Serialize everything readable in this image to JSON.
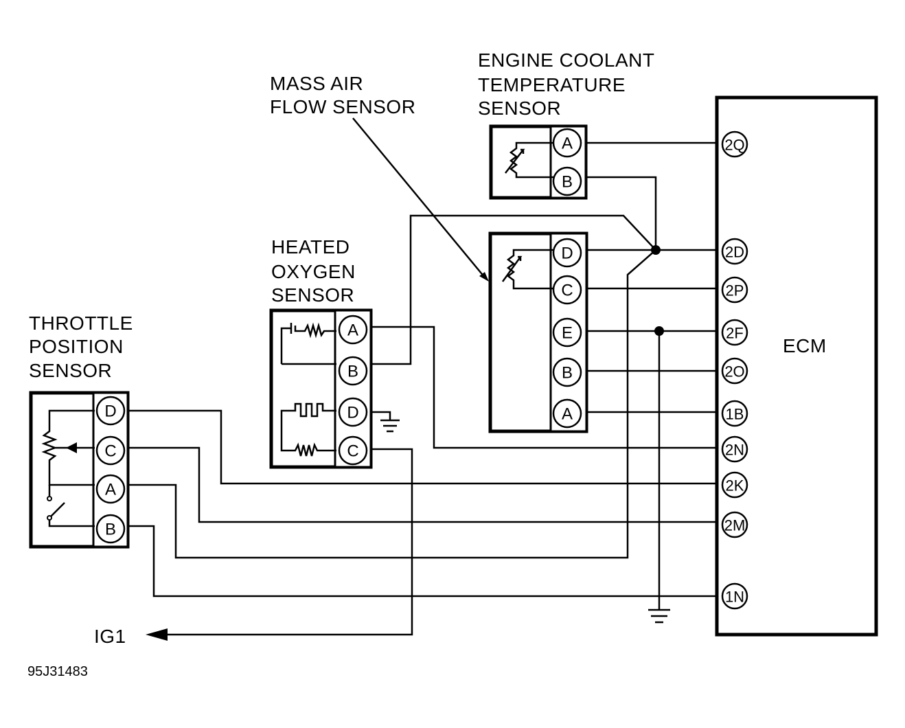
{
  "labels": {
    "engine_coolant": [
      "ENGINE COOLANT",
      "TEMPERATURE",
      "SENSOR"
    ],
    "mass_air_flow": [
      "MASS AIR",
      "FLOW SENSOR"
    ],
    "heated_oxygen": [
      "HEATED",
      "OXYGEN",
      "SENSOR"
    ],
    "throttle_position": [
      "THROTTLE",
      "POSITION",
      "SENSOR"
    ],
    "ecm": "ECM",
    "ig1": "IG1",
    "figure_code": "95J31483"
  },
  "connectors": {
    "ect": [
      "A",
      "B"
    ],
    "maf": [
      "D",
      "C",
      "E",
      "B",
      "A"
    ],
    "ho2s": [
      "A",
      "B",
      "D",
      "C"
    ],
    "tps": [
      "D",
      "C",
      "A",
      "B"
    ]
  },
  "ecm_pins": [
    "2Q",
    "2D",
    "2P",
    "2F",
    "2O",
    "1B",
    "2N",
    "2K",
    "2M",
    "1N"
  ]
}
